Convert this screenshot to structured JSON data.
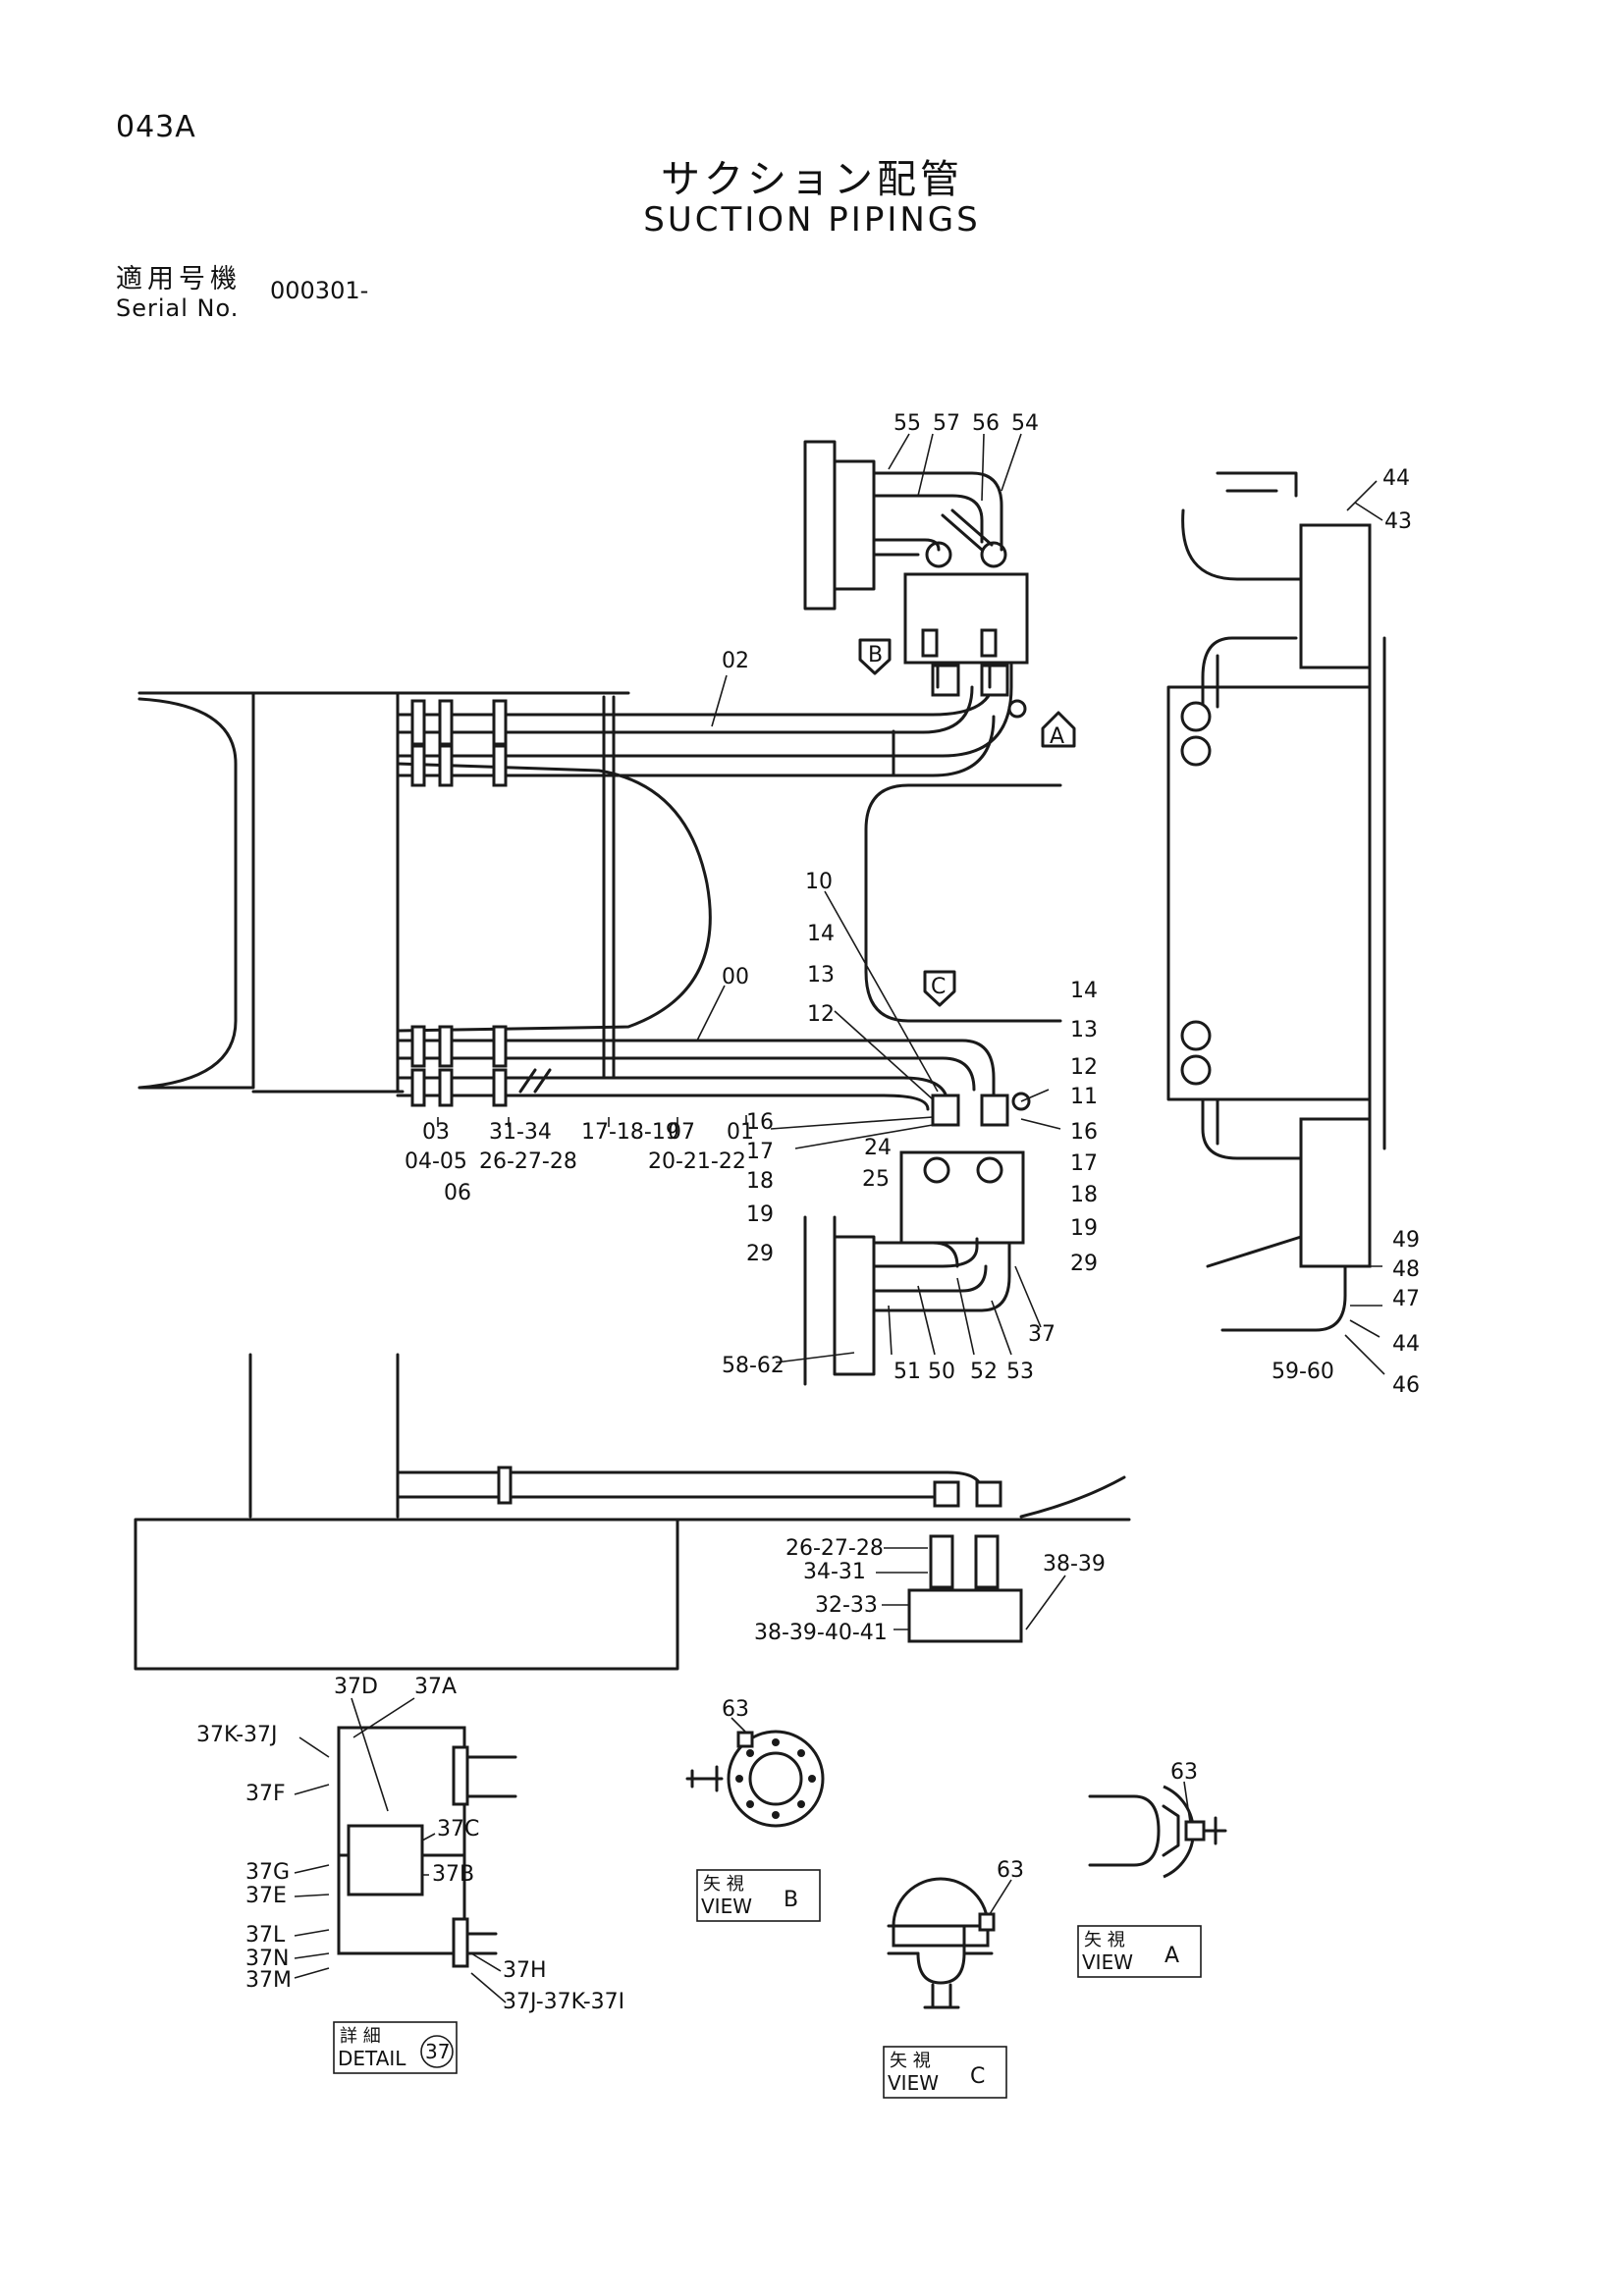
{
  "header": {
    "page_code": "043A",
    "title_jp": "サクション配管",
    "title_en": "SUCTION PIPINGS",
    "serial_label_jp": "適用号機",
    "serial_label_en": "Serial No.",
    "serial_value": "000301-"
  },
  "view_markers": {
    "a": "A",
    "b": "B",
    "c": "C"
  },
  "callouts": {
    "top_pump": [
      "55",
      "57",
      "56",
      "54"
    ],
    "main_plan": [
      "02",
      "10",
      "00",
      "14",
      "13",
      "12",
      "16",
      "17",
      "18",
      "19",
      "29",
      "14",
      "13",
      "12",
      "11",
      "16",
      "17",
      "18",
      "19",
      "29",
      "03",
      "04-05",
      "06",
      "31-34",
      "26-27-28",
      "17-18-19",
      "20-21-22",
      "07",
      "01",
      "24",
      "25"
    ],
    "bottom_pump": [
      "58-62",
      "51",
      "50",
      "52",
      "53",
      "37"
    ],
    "side_view": [
      "44",
      "43",
      "49",
      "48",
      "47",
      "44",
      "46",
      "59-60"
    ],
    "elevation": [
      "26-27-28",
      "34-31",
      "32-33",
      "38-39-40-41",
      "38-39"
    ],
    "detail_37": [
      "37D",
      "37A",
      "37K-37J",
      "37F",
      "37C",
      "37G",
      "37B",
      "37E",
      "37L",
      "37N",
      "37M",
      "37H",
      "37J-37K-37I"
    ],
    "view_b": [
      "63"
    ],
    "view_a": [
      "63"
    ],
    "view_c": [
      "63"
    ]
  },
  "detail_box": {
    "jp": "詳 細",
    "en": "DETAIL",
    "number": "37"
  },
  "view_boxes": {
    "b": {
      "jp": "矢 視",
      "en": "VIEW",
      "letter": "B"
    },
    "a": {
      "jp": "矢 視",
      "en": "VIEW",
      "letter": "A"
    },
    "c": {
      "jp": "矢 視",
      "en": "VIEW",
      "letter": "C"
    }
  }
}
